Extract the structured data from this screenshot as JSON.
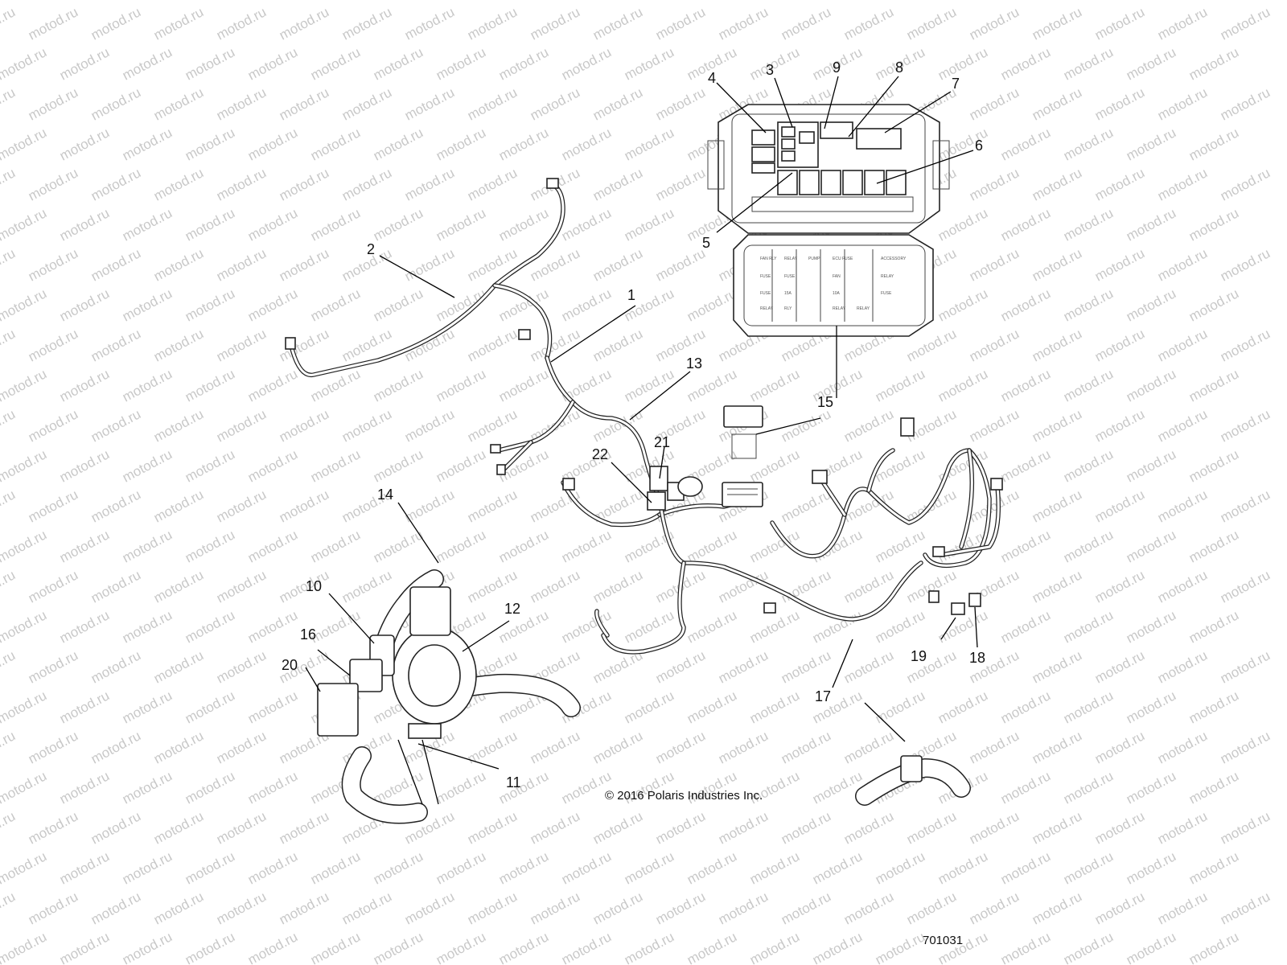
{
  "watermark": "motod.ru",
  "copyright": "© 2016 Polaris Industries Inc.",
  "diagram_number": "701031",
  "callouts": [
    "1",
    "2",
    "3",
    "4",
    "5",
    "6",
    "7",
    "8",
    "9",
    "10",
    "11",
    "12",
    "13",
    "14",
    "15",
    "16",
    "17",
    "18",
    "19",
    "20",
    "21",
    "22"
  ]
}
